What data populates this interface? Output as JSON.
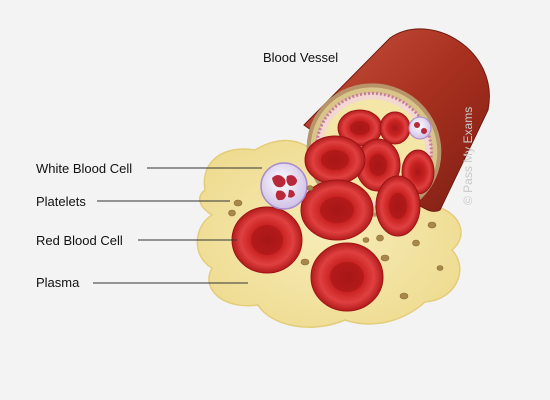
{
  "labels": {
    "blood_vessel": "Blood Vessel",
    "white_blood_cell": "White Blood Cell",
    "platelets": "Platelets",
    "red_blood_cell": "Red Blood Cell",
    "plasma": "Plasma"
  },
  "watermark": "© Pass My Exams",
  "colors": {
    "background": "#f3f3f3",
    "plasma": "#f4e6a6",
    "vessel_outer": "#b23a2a",
    "red_blood_cell": "#d42a2a",
    "white_blood_cell": "#efe8f6",
    "white_blood_cell_nucleus": "#b8283a",
    "platelet": "#a8874a",
    "leader_line": "#333333"
  }
}
